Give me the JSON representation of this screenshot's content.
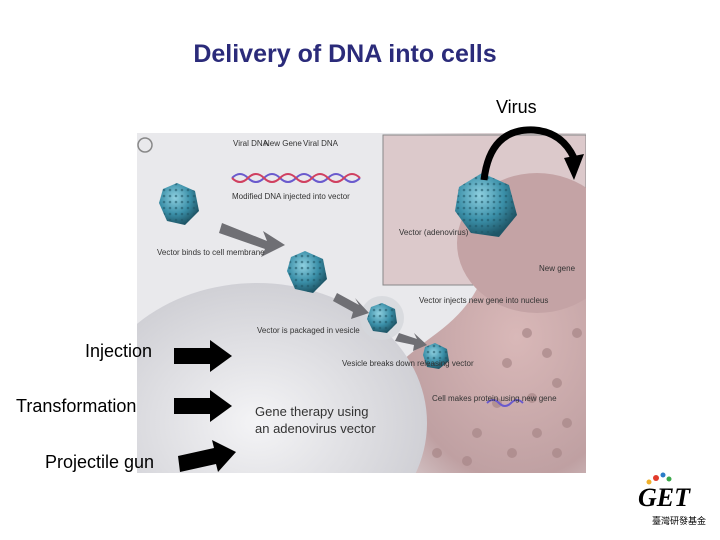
{
  "title": "Delivery of DNA into cells",
  "labels": {
    "virus": "Virus",
    "injection": "Injection",
    "transformation": "Transformation",
    "projectile_gun": "Projectile gun"
  },
  "figure": {
    "viral_dna_1": "Viral DNA",
    "new_gene": "New Gene",
    "viral_dna_2": "Viral DNA",
    "modified_dna": "Modified DNA injected into vector",
    "vector_binds": "Vector binds to cell membrane",
    "vector_packaged": "Vector is packaged in vesicle",
    "vesicle_breaks": "Vesicle breaks down releasing vector",
    "vector_injects": "Vector injects new gene into nucleus",
    "cell_makes_protein": "Cell makes protein using new gene",
    "vector_adenovirus": "Vector (adenovirus)",
    "new_gene_label": "New gene",
    "caption_line1": "Gene therapy using",
    "caption_line2": "an adenovirus vector"
  },
  "logo": {
    "text": "GET",
    "subtitle": "臺灣研發基金"
  },
  "colors": {
    "title": "#2b2b7a",
    "virus_capsid": "#3a8fa8",
    "cell_pink": "#c9a3a3",
    "arrow": "#000000"
  }
}
